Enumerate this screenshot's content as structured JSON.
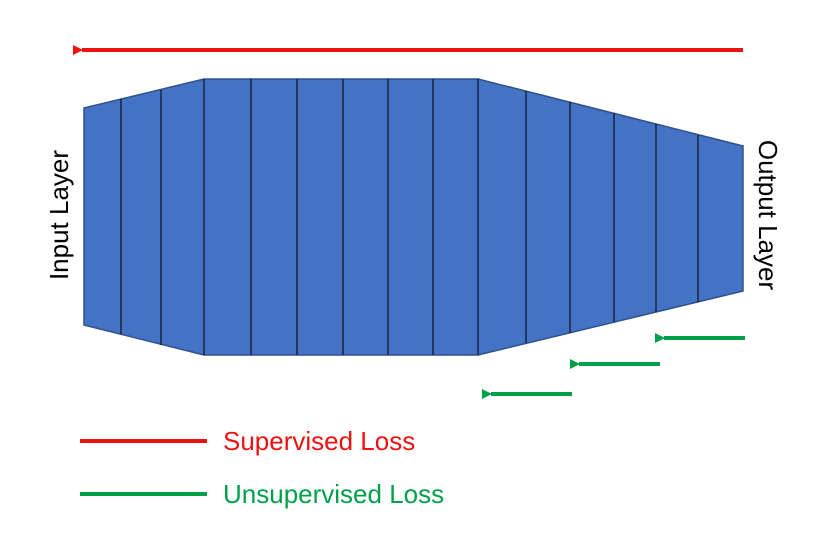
{
  "labels": {
    "input": "Input Layer",
    "output": "Output Layer"
  },
  "legend": [
    {
      "text": "Supervised Loss",
      "color": "#ee1111"
    },
    {
      "text": "Unsupervised Loss",
      "color": "#00a04a"
    }
  ],
  "colors": {
    "network_fill": "#4472c4",
    "network_stroke": "#2f528f",
    "divider": "#000000",
    "supervised": "#ee1111",
    "unsupervised": "#00a04a"
  },
  "network": {
    "layer_count": 15
  }
}
